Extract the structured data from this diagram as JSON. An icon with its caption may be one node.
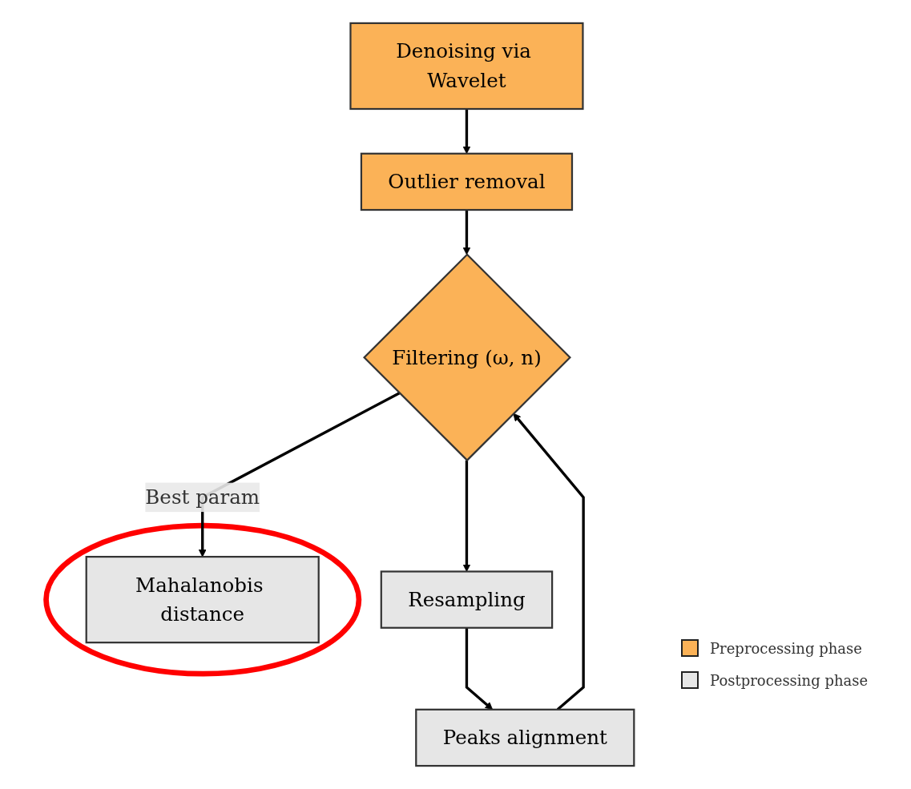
{
  "diagram": {
    "nodes": [
      {
        "text": [
          "Denoising via Wavelet"
        ]
      },
      {
        "text": [
          "Outlier removal"
        ]
      },
      {
        "text": [],
        "shape": "circle"
      },
      {
        "text": [
          "Mahalanobis distance"
        ],
        "in": 2
      },
      {
        "text": [
          "Filtering (ω, n)"
        ]
      },
      {
        "text": [
          "Resampling"
        ]
      },
      {
        "text": [
          "Peaks alignment"
        ]
      }
    ],
    "edges": [
      {
        "from": 0,
        "to": 1,
        "arrow": "to"
      },
      {
        "from": 1,
        "to": 4,
        "arrow": "to"
      },
      {
        "from": 4,
        "to": 3,
        "label": "Best param",
        "arrow": "to"
      },
      {
        "from": 4,
        "to": 5,
        "arrow": "to"
      },
      {
        "from": 5,
        "to": 6,
        "arrow": "to"
      },
      {
        "from": 6,
        "to": 4,
        "arrow": "to"
      }
    ],
    "legend": [
      {
        "text": "Preprocessing phase",
        "color": "#fbb257"
      },
      {
        "text": "Postprocessing phase",
        "color": "#e6e6e6"
      }
    ]
  }
}
